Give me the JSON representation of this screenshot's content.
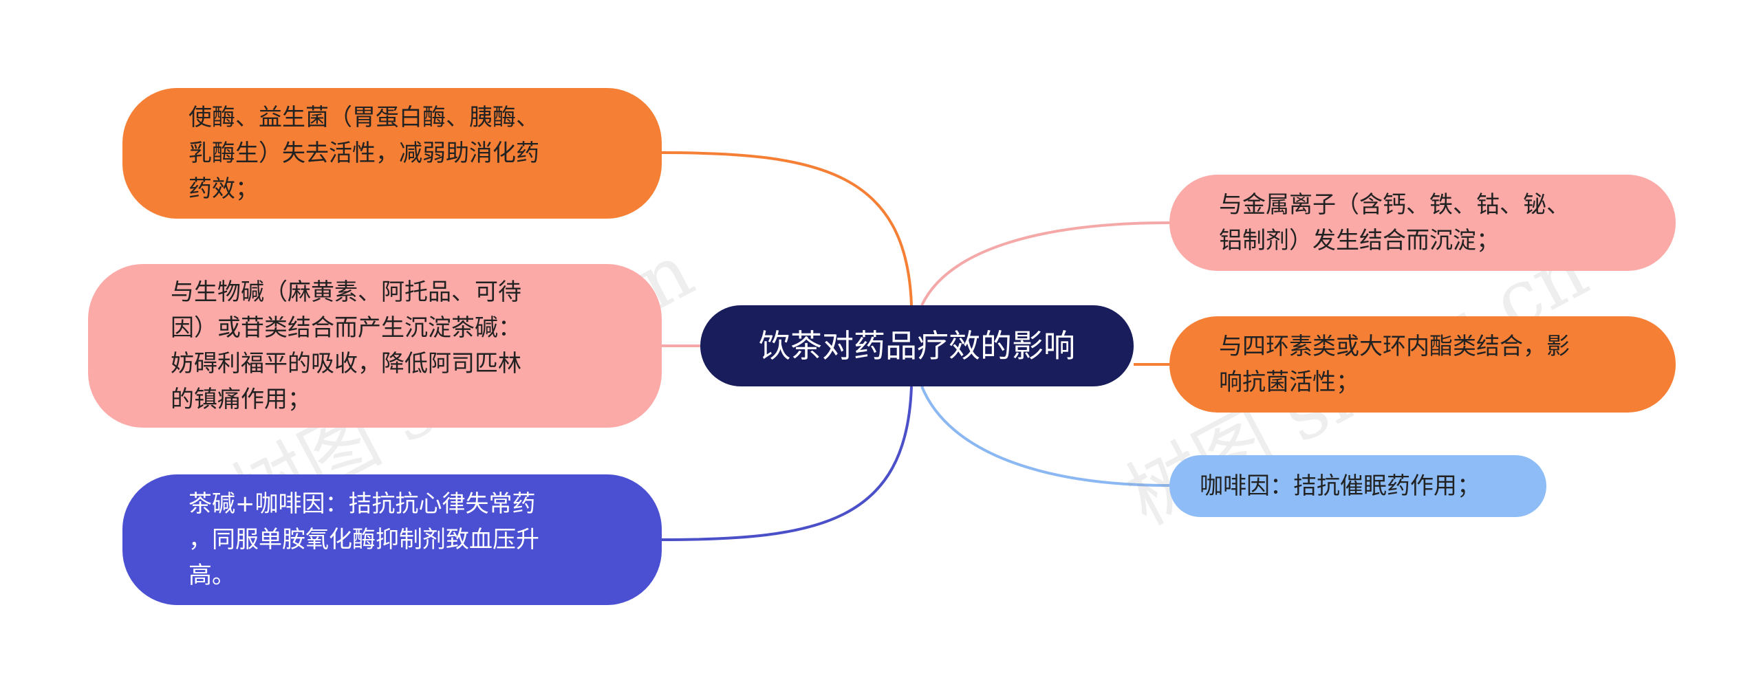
{
  "colors": {
    "background": "#ffffff",
    "center": "#191d5c",
    "orange": "#f57f35",
    "pink": "#fbaaa8",
    "indigo": "#4b50d3",
    "light_blue": "#8ebcf6",
    "edge_pink": "#f4a8a8",
    "edge_indigo": "#4b50c8",
    "edge_blue": "#8bb8f2",
    "text_dark": "#222222"
  },
  "center": {
    "label": "饮茶对药品疗效的影响"
  },
  "branches": {
    "left": [
      {
        "text": "使酶、益生菌（胃蛋白酶、胰酶、\n乳酶生）失去活性，减弱助消化药\n药效；",
        "color": "orange"
      },
      {
        "text": "与生物碱（麻黄素、阿托品、可待\n因）或苷类结合而产生沉淀茶碱：\n妨碍利福平的吸收，降低阿司匹林\n的镇痛作用；",
        "color": "pink"
      },
      {
        "text": "茶碱+咖啡因：拮抗抗心律失常药\n，同服单胺氧化酶抑制剂致血压升\n高。",
        "color": "indigo"
      }
    ],
    "right": [
      {
        "text": "与金属离子（含钙、铁、钴、铋、\n铝制剂）发生结合而沉淀；",
        "color": "pink"
      },
      {
        "text": "与四环素类或大环内酯类结合，影\n响抗菌活性；",
        "color": "orange"
      },
      {
        "text": "咖啡因：拮抗催眠药作用；",
        "color": "light_blue"
      }
    ]
  },
  "watermarks": [
    "树图 shutu.cn",
    "树图 shutu.cn"
  ]
}
